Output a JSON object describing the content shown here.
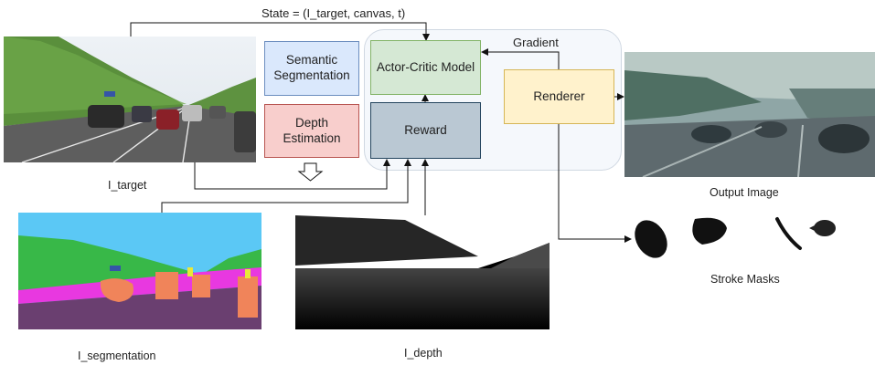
{
  "top_label": "State = (I_target, canvas, t)",
  "gradient_label": "Gradient",
  "boxes": {
    "semantic_segmentation": "Semantic\nSegmentation",
    "depth_estimation": "Depth\nEstimation",
    "actor_critic": "Actor-Critic Model",
    "reward": "Reward",
    "renderer": "Renderer"
  },
  "image_labels": {
    "target": "I_target",
    "segmentation": "I_segmentation",
    "depth": "I_depth",
    "output": "Output Image",
    "strokes": "Stroke Masks"
  },
  "colors": {
    "semantic_fill": "#dae8fc",
    "semantic_border": "#6c8ebf",
    "depth_fill": "#f8cecc",
    "depth_border": "#b85450",
    "actor_fill": "#d5e8d4",
    "actor_border": "#82b366",
    "reward_fill": "#bac8d3",
    "reward_border": "#23445d",
    "renderer_fill": "#fff2cc",
    "renderer_border": "#d6b656",
    "group_fill": "#f5f8fc"
  }
}
